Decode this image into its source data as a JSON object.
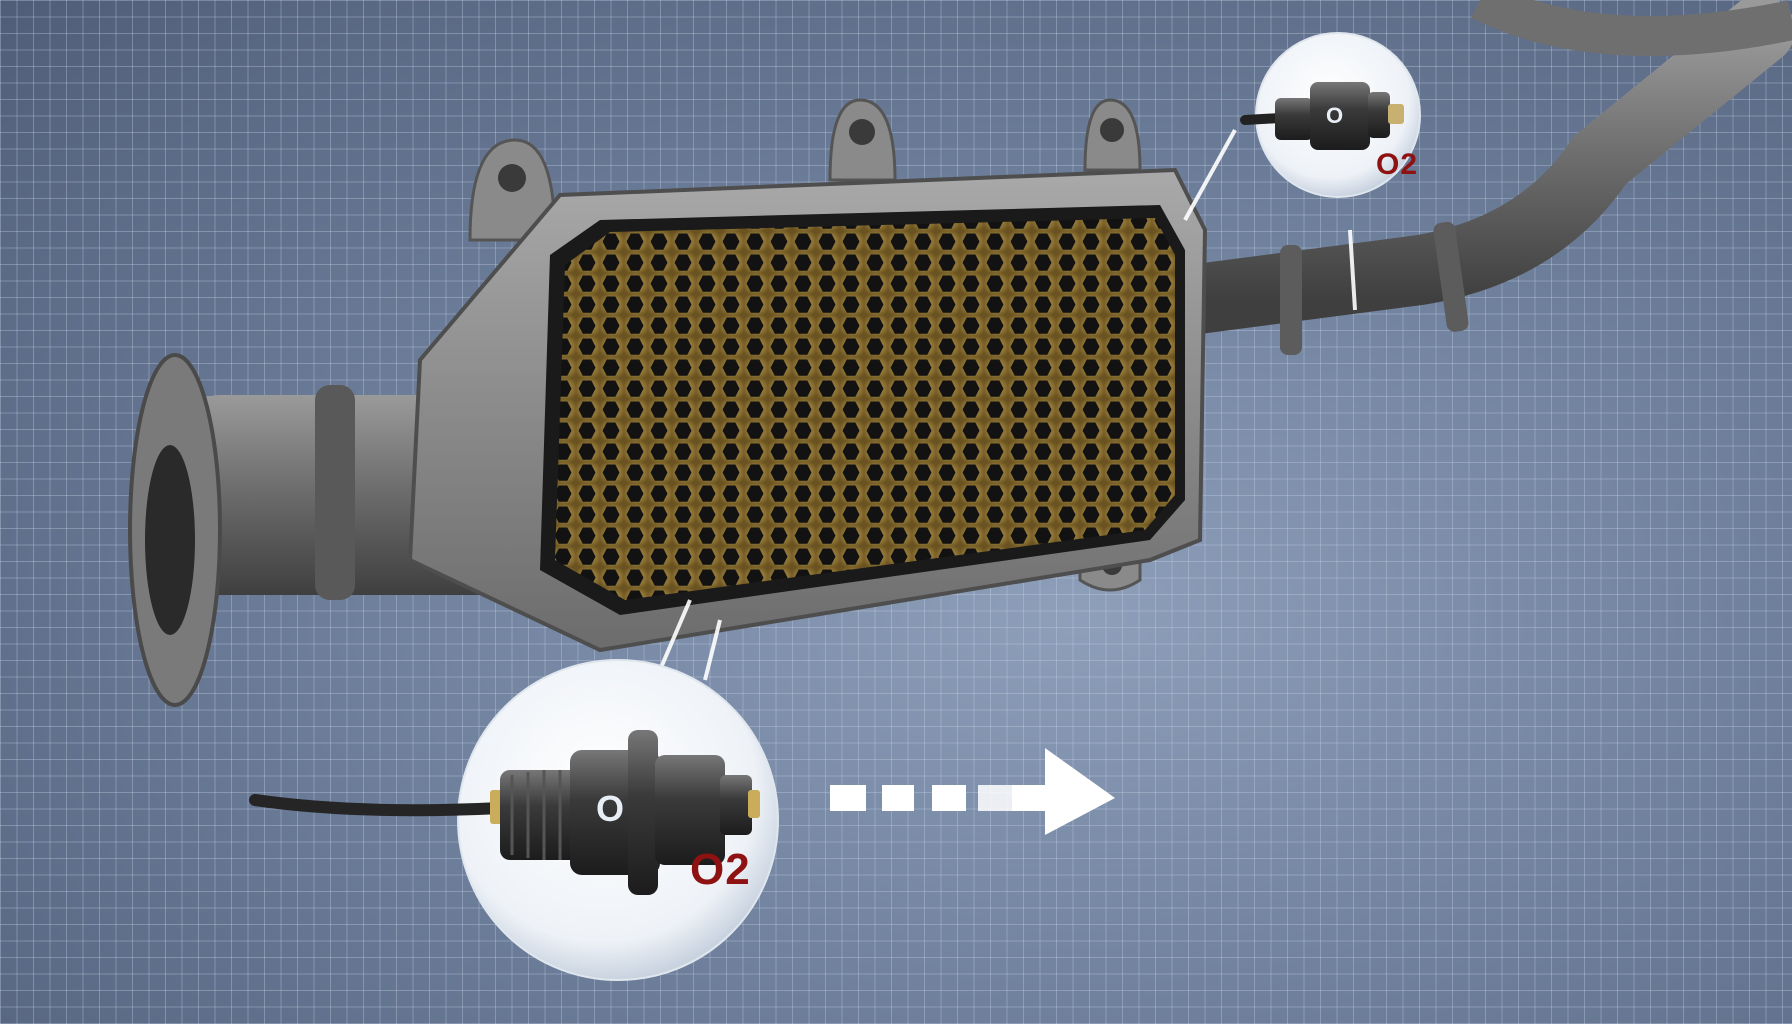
{
  "illustration": {
    "subject": "Catalytic converter with upstream and downstream oxygen sensors",
    "background": {
      "color": "#6f819d",
      "grid_color": "#c8d2e6"
    },
    "components": {
      "converter_body": {
        "shell_color": "#8a8a8a",
        "substrate_color": "#b89a4a",
        "cell_color": "#141414"
      },
      "inlet_pipe": {
        "color": "#7a7a7a"
      },
      "outlet_pipe": {
        "color": "#7e7e7e"
      }
    },
    "callouts": [
      {
        "id": "upstream-sensor",
        "label": "O2",
        "sensor_mark": "O",
        "label_color": "#8e1212"
      },
      {
        "id": "downstream-sensor",
        "label": "O2",
        "sensor_mark": "O",
        "label_color": "#8e1212"
      }
    ],
    "flow_arrow": {
      "direction": "right",
      "color": "#ffffff",
      "segments": 4
    }
  }
}
